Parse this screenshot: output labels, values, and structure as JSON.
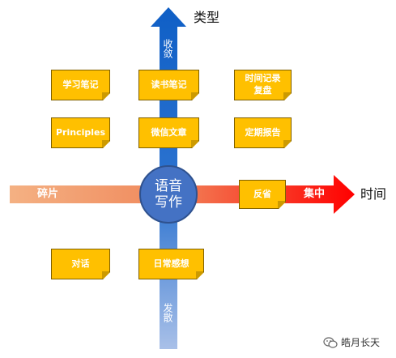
{
  "vertical_axis": {
    "title": "类型",
    "top_label": "收敛",
    "bottom_label": "发散"
  },
  "horizontal_axis": {
    "title": "时间",
    "left_label": "碎片",
    "right_label": "集中"
  },
  "center": {
    "label": "语音\n写作"
  },
  "cards": [
    {
      "id": "study-notes",
      "label": "学习笔记"
    },
    {
      "id": "reading-notes",
      "label": "读书笔记"
    },
    {
      "id": "time-log-review",
      "label": "时间记录\n复盘"
    },
    {
      "id": "principles",
      "label": "Principles"
    },
    {
      "id": "wechat-articles",
      "label": "微信文章"
    },
    {
      "id": "periodic-report",
      "label": "定期报告"
    },
    {
      "id": "reflection",
      "label": "反省"
    },
    {
      "id": "dialogue",
      "label": "对话"
    },
    {
      "id": "daily-thoughts",
      "label": "日常感想"
    }
  ],
  "watermark": {
    "text": "皓月长天",
    "icon": "wechat-icon"
  },
  "colors": {
    "vertical_arrow_top": "#0f5fc6",
    "vertical_arrow_bottom": "#a9c0e8",
    "horizontal_arrow_left": "#f4b183",
    "horizontal_arrow_right": "#ff0000",
    "card_fill": "#ffc000",
    "center_fill": "#4472c4"
  }
}
